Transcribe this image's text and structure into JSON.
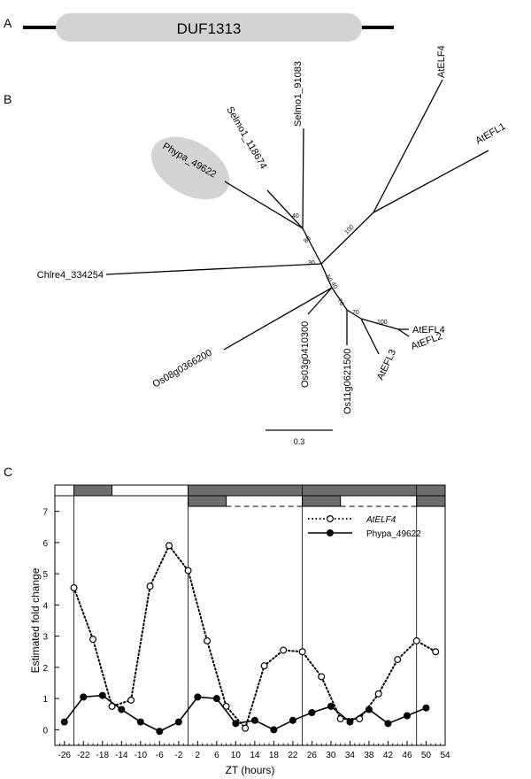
{
  "panels": {
    "a": "A",
    "b": "B",
    "c": "C"
  },
  "domain_panel": {
    "domain_label": "DUF1313"
  },
  "tree_panel": {
    "taxa": {
      "atelf4_top": "AtELF4",
      "atefl1": "AtEFL1",
      "selmo_91083": "Selmo1_91083",
      "selmo_118674": "Selmo1_118674",
      "phypa": "Phypa_49622",
      "chlre": "Chlre4_334254",
      "os08": "Os08g0366200",
      "os03": "Os03g0410300",
      "os11": "Os11g0621500",
      "atefl3": "AtEFL3",
      "atefl2": "AtEFL2",
      "atefl4": "AtEFL4"
    },
    "bootstrap": {
      "b40": "40",
      "b80": "80",
      "b100a": "100",
      "b30": "30",
      "b50": "50",
      "b40b": "40",
      "b70a": "70",
      "b70b": "70",
      "b100b": "100"
    },
    "scale_label": "0.3"
  },
  "chart_data": {
    "type": "line",
    "xlabel": "ZT (hours)",
    "ylabel": "Estimated fold change",
    "xlim": [
      -28,
      54
    ],
    "ylim": [
      -0.5,
      7.5
    ],
    "xticks": [
      -26,
      -22,
      -18,
      -14,
      -10,
      -6,
      -2,
      2,
      6,
      10,
      14,
      18,
      22,
      26,
      30,
      34,
      38,
      42,
      46,
      50,
      54
    ],
    "yticks": [
      0,
      1,
      2,
      3,
      4,
      5,
      6,
      7
    ],
    "vlines": [
      -24,
      0,
      24,
      48
    ],
    "light_bar_main": [
      {
        "start": -28,
        "end": -24,
        "state": "light"
      },
      {
        "start": -24,
        "end": -16,
        "state": "dark"
      },
      {
        "start": -16,
        "end": 0,
        "state": "light"
      },
      {
        "start": 0,
        "end": 54,
        "state": "dark"
      }
    ],
    "light_bar_secondary": [
      {
        "start": 0,
        "end": 8,
        "state": "dark"
      },
      {
        "start": 8,
        "end": 24,
        "state": "light"
      },
      {
        "start": 24,
        "end": 32,
        "state": "dark"
      },
      {
        "start": 32,
        "end": 48,
        "state": "light"
      },
      {
        "start": 48,
        "end": 54,
        "state": "dark"
      }
    ],
    "series": [
      {
        "name": "AtELF4",
        "style": "dotted",
        "marker": "open-circle",
        "color": "#000000",
        "x": [
          -24,
          -20,
          -16,
          -12,
          -8,
          -4,
          0,
          4,
          8,
          12,
          16,
          20,
          24,
          28,
          32,
          36,
          40,
          44,
          48,
          52
        ],
        "y": [
          4.55,
          2.9,
          0.75,
          0.95,
          4.6,
          5.9,
          5.1,
          2.85,
          0.75,
          0.05,
          2.05,
          2.55,
          2.5,
          1.7,
          0.35,
          0.35,
          1.15,
          2.25,
          2.85,
          2.5
        ]
      },
      {
        "name": "Phypa_49622",
        "style": "solid",
        "marker": "filled-circle",
        "color": "#000000",
        "x": [
          -26,
          -22,
          -18,
          -14,
          -10,
          -6,
          -2,
          2,
          6,
          10,
          14,
          18,
          22,
          26,
          30,
          34,
          38,
          42,
          46,
          50
        ],
        "y": [
          0.25,
          1.05,
          1.1,
          0.65,
          0.25,
          -0.05,
          0.25,
          1.05,
          1.0,
          0.2,
          0.3,
          0.0,
          0.3,
          0.55,
          0.75,
          0.25,
          0.65,
          0.2,
          0.45,
          0.7
        ]
      }
    ],
    "legend_position": "top-right"
  }
}
